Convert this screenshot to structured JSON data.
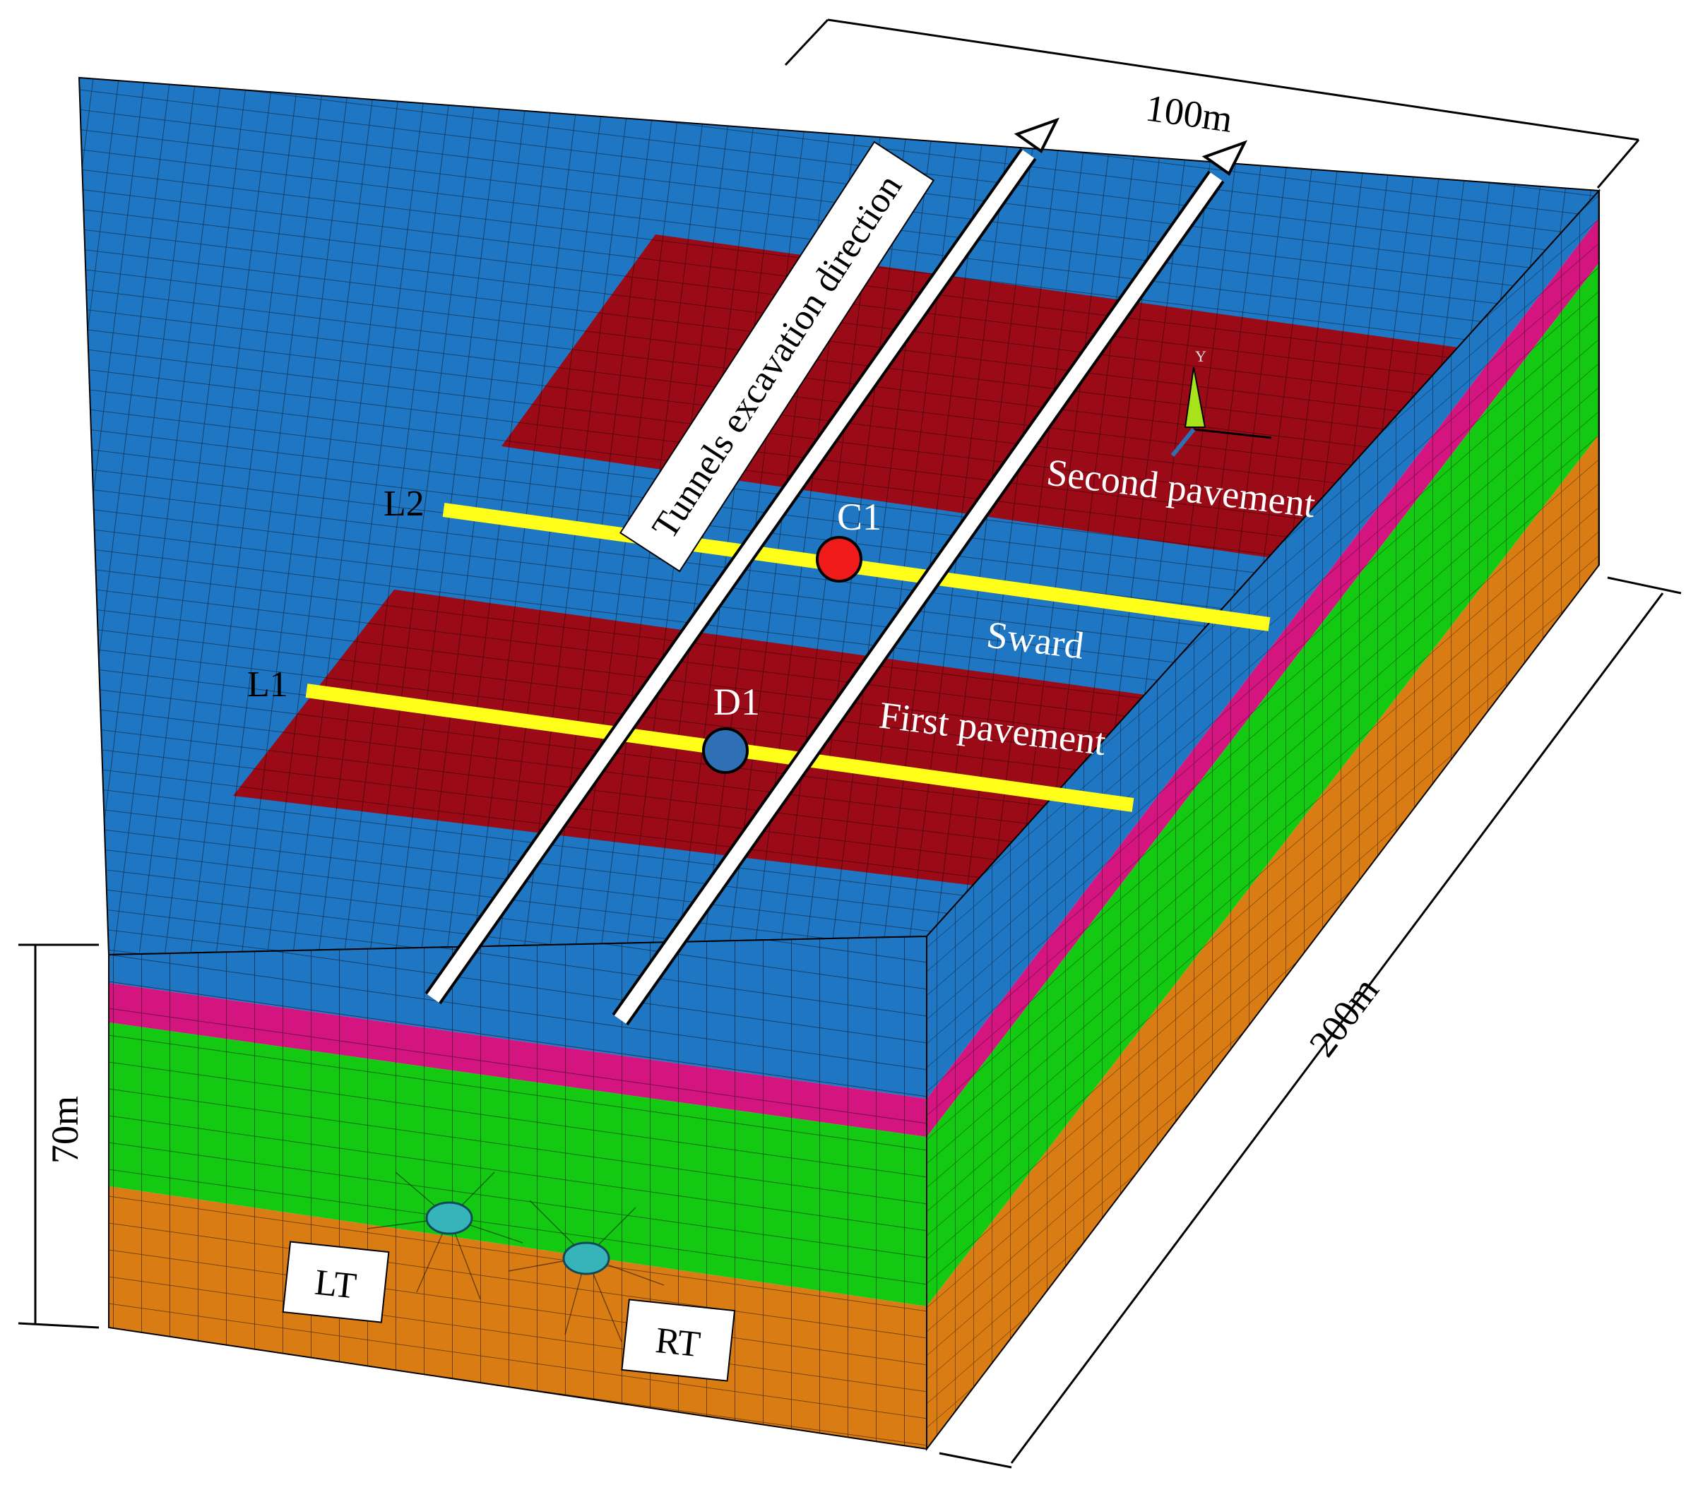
{
  "dimensions": {
    "width_label": "100m",
    "length_label": "200m",
    "depth_label": "70m"
  },
  "arrow_label": "Tunnels excavation direction",
  "zones": {
    "second_pavement": "Second pavement",
    "sward": "Sward",
    "first_pavement": "First pavement"
  },
  "lines": {
    "l1": "L1",
    "l2": "L2"
  },
  "points": {
    "c1": "C1",
    "d1": "D1"
  },
  "tunnels": {
    "left": "LT",
    "right": "RT"
  },
  "axis_triad": {
    "y": "Y"
  },
  "colors": {
    "sward": "#1f76c2",
    "pavement": "#9b0a17",
    "magenta_layer": "#d4157f",
    "green_layer": "#13c912",
    "orange_layer": "#da7c14",
    "monitor_line": "#ffff1a",
    "point_c1": "#f01a1a",
    "point_d1": "#2f6fb4",
    "tunnel": "#36b4ba"
  }
}
